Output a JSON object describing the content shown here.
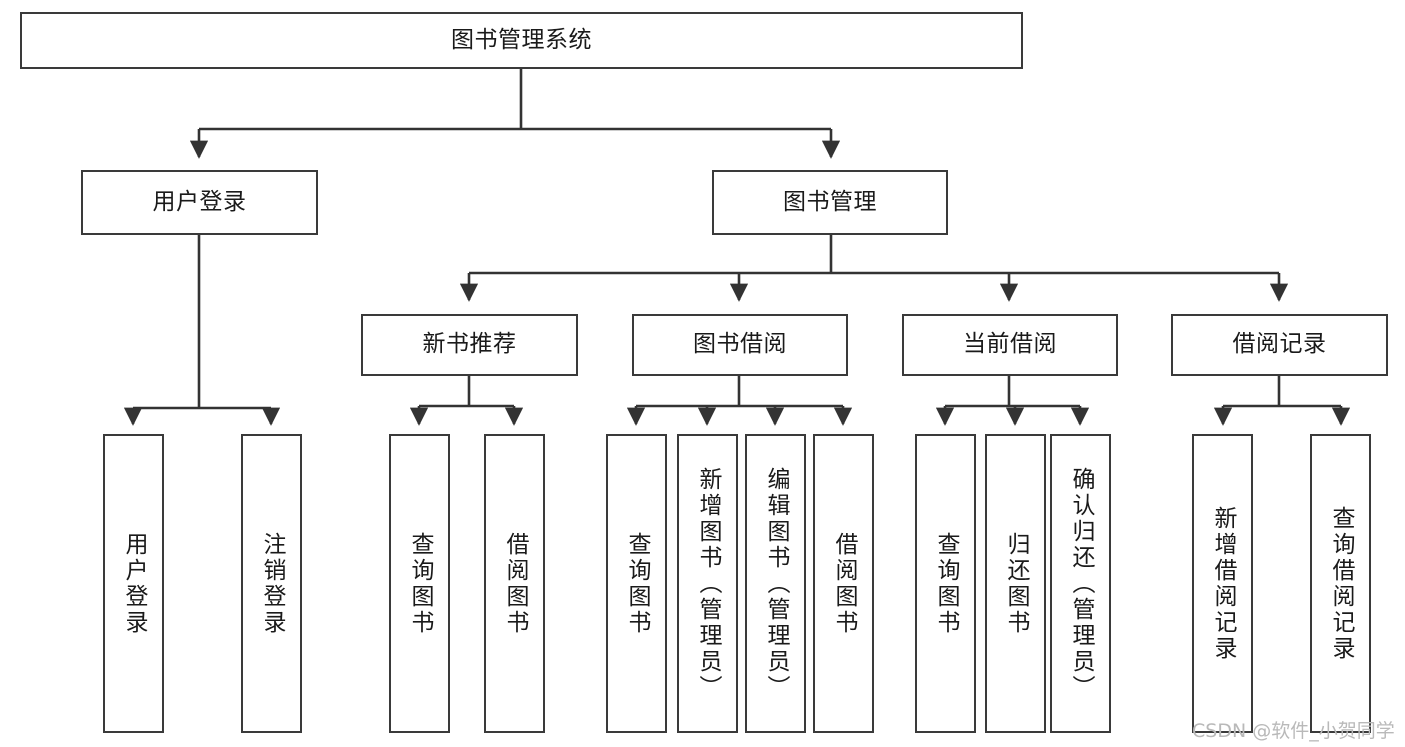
{
  "diagram": {
    "type": "tree",
    "title": "图书管理系统",
    "style": {
      "box_border_color": "#3a3a3a",
      "box_fill_color": "#ffffff",
      "line_color": "#333333",
      "text_color": "#1a1a1a",
      "background": "#ffffff"
    },
    "nodes": {
      "root": {
        "label": "图书管理系统"
      },
      "level2": [
        {
          "label": "用户登录"
        },
        {
          "label": "图书管理"
        }
      ],
      "level3": [
        {
          "label": "新书推荐"
        },
        {
          "label": "图书借阅"
        },
        {
          "label": "当前借阅"
        },
        {
          "label": "借阅记录"
        }
      ],
      "leaves": {
        "user_login": [
          {
            "label": "用户登录"
          },
          {
            "label": "注销登录"
          }
        ],
        "new_book": [
          {
            "label": "查询图书"
          },
          {
            "label": "借阅图书"
          }
        ],
        "book_borrow": [
          {
            "label": "查询图书"
          },
          {
            "label": "新增图书（管理员）"
          },
          {
            "label": "编辑图书（管理员）"
          },
          {
            "label": "借阅图书"
          }
        ],
        "current_borrow": [
          {
            "label": "查询图书"
          },
          {
            "label": "归还图书"
          },
          {
            "label": "确认归还（管理员）"
          }
        ],
        "borrow_record": [
          {
            "label": "新增借阅记录"
          },
          {
            "label": "查询借阅记录"
          }
        ]
      }
    },
    "edges": [
      {
        "from": "图书管理系统",
        "to": "用户登录"
      },
      {
        "from": "图书管理系统",
        "to": "图书管理"
      },
      {
        "from": "用户登录",
        "to": "用户登录"
      },
      {
        "from": "用户登录",
        "to": "注销登录"
      },
      {
        "from": "图书管理",
        "to": "新书推荐"
      },
      {
        "from": "图书管理",
        "to": "图书借阅"
      },
      {
        "from": "图书管理",
        "to": "当前借阅"
      },
      {
        "from": "图书管理",
        "to": "借阅记录"
      },
      {
        "from": "新书推荐",
        "to": "查询图书"
      },
      {
        "from": "新书推荐",
        "to": "借阅图书"
      },
      {
        "from": "图书借阅",
        "to": "查询图书"
      },
      {
        "from": "图书借阅",
        "to": "新增图书（管理员）"
      },
      {
        "from": "图书借阅",
        "to": "编辑图书（管理员）"
      },
      {
        "from": "图书借阅",
        "to": "借阅图书"
      },
      {
        "from": "当前借阅",
        "to": "查询图书"
      },
      {
        "from": "当前借阅",
        "to": "归还图书"
      },
      {
        "from": "当前借阅",
        "to": "确认归还（管理员）"
      },
      {
        "from": "借阅记录",
        "to": "新增借阅记录"
      },
      {
        "from": "借阅记录",
        "to": "查询借阅记录"
      }
    ]
  },
  "watermark": {
    "text": "CSDN @软件_小贺同学"
  }
}
